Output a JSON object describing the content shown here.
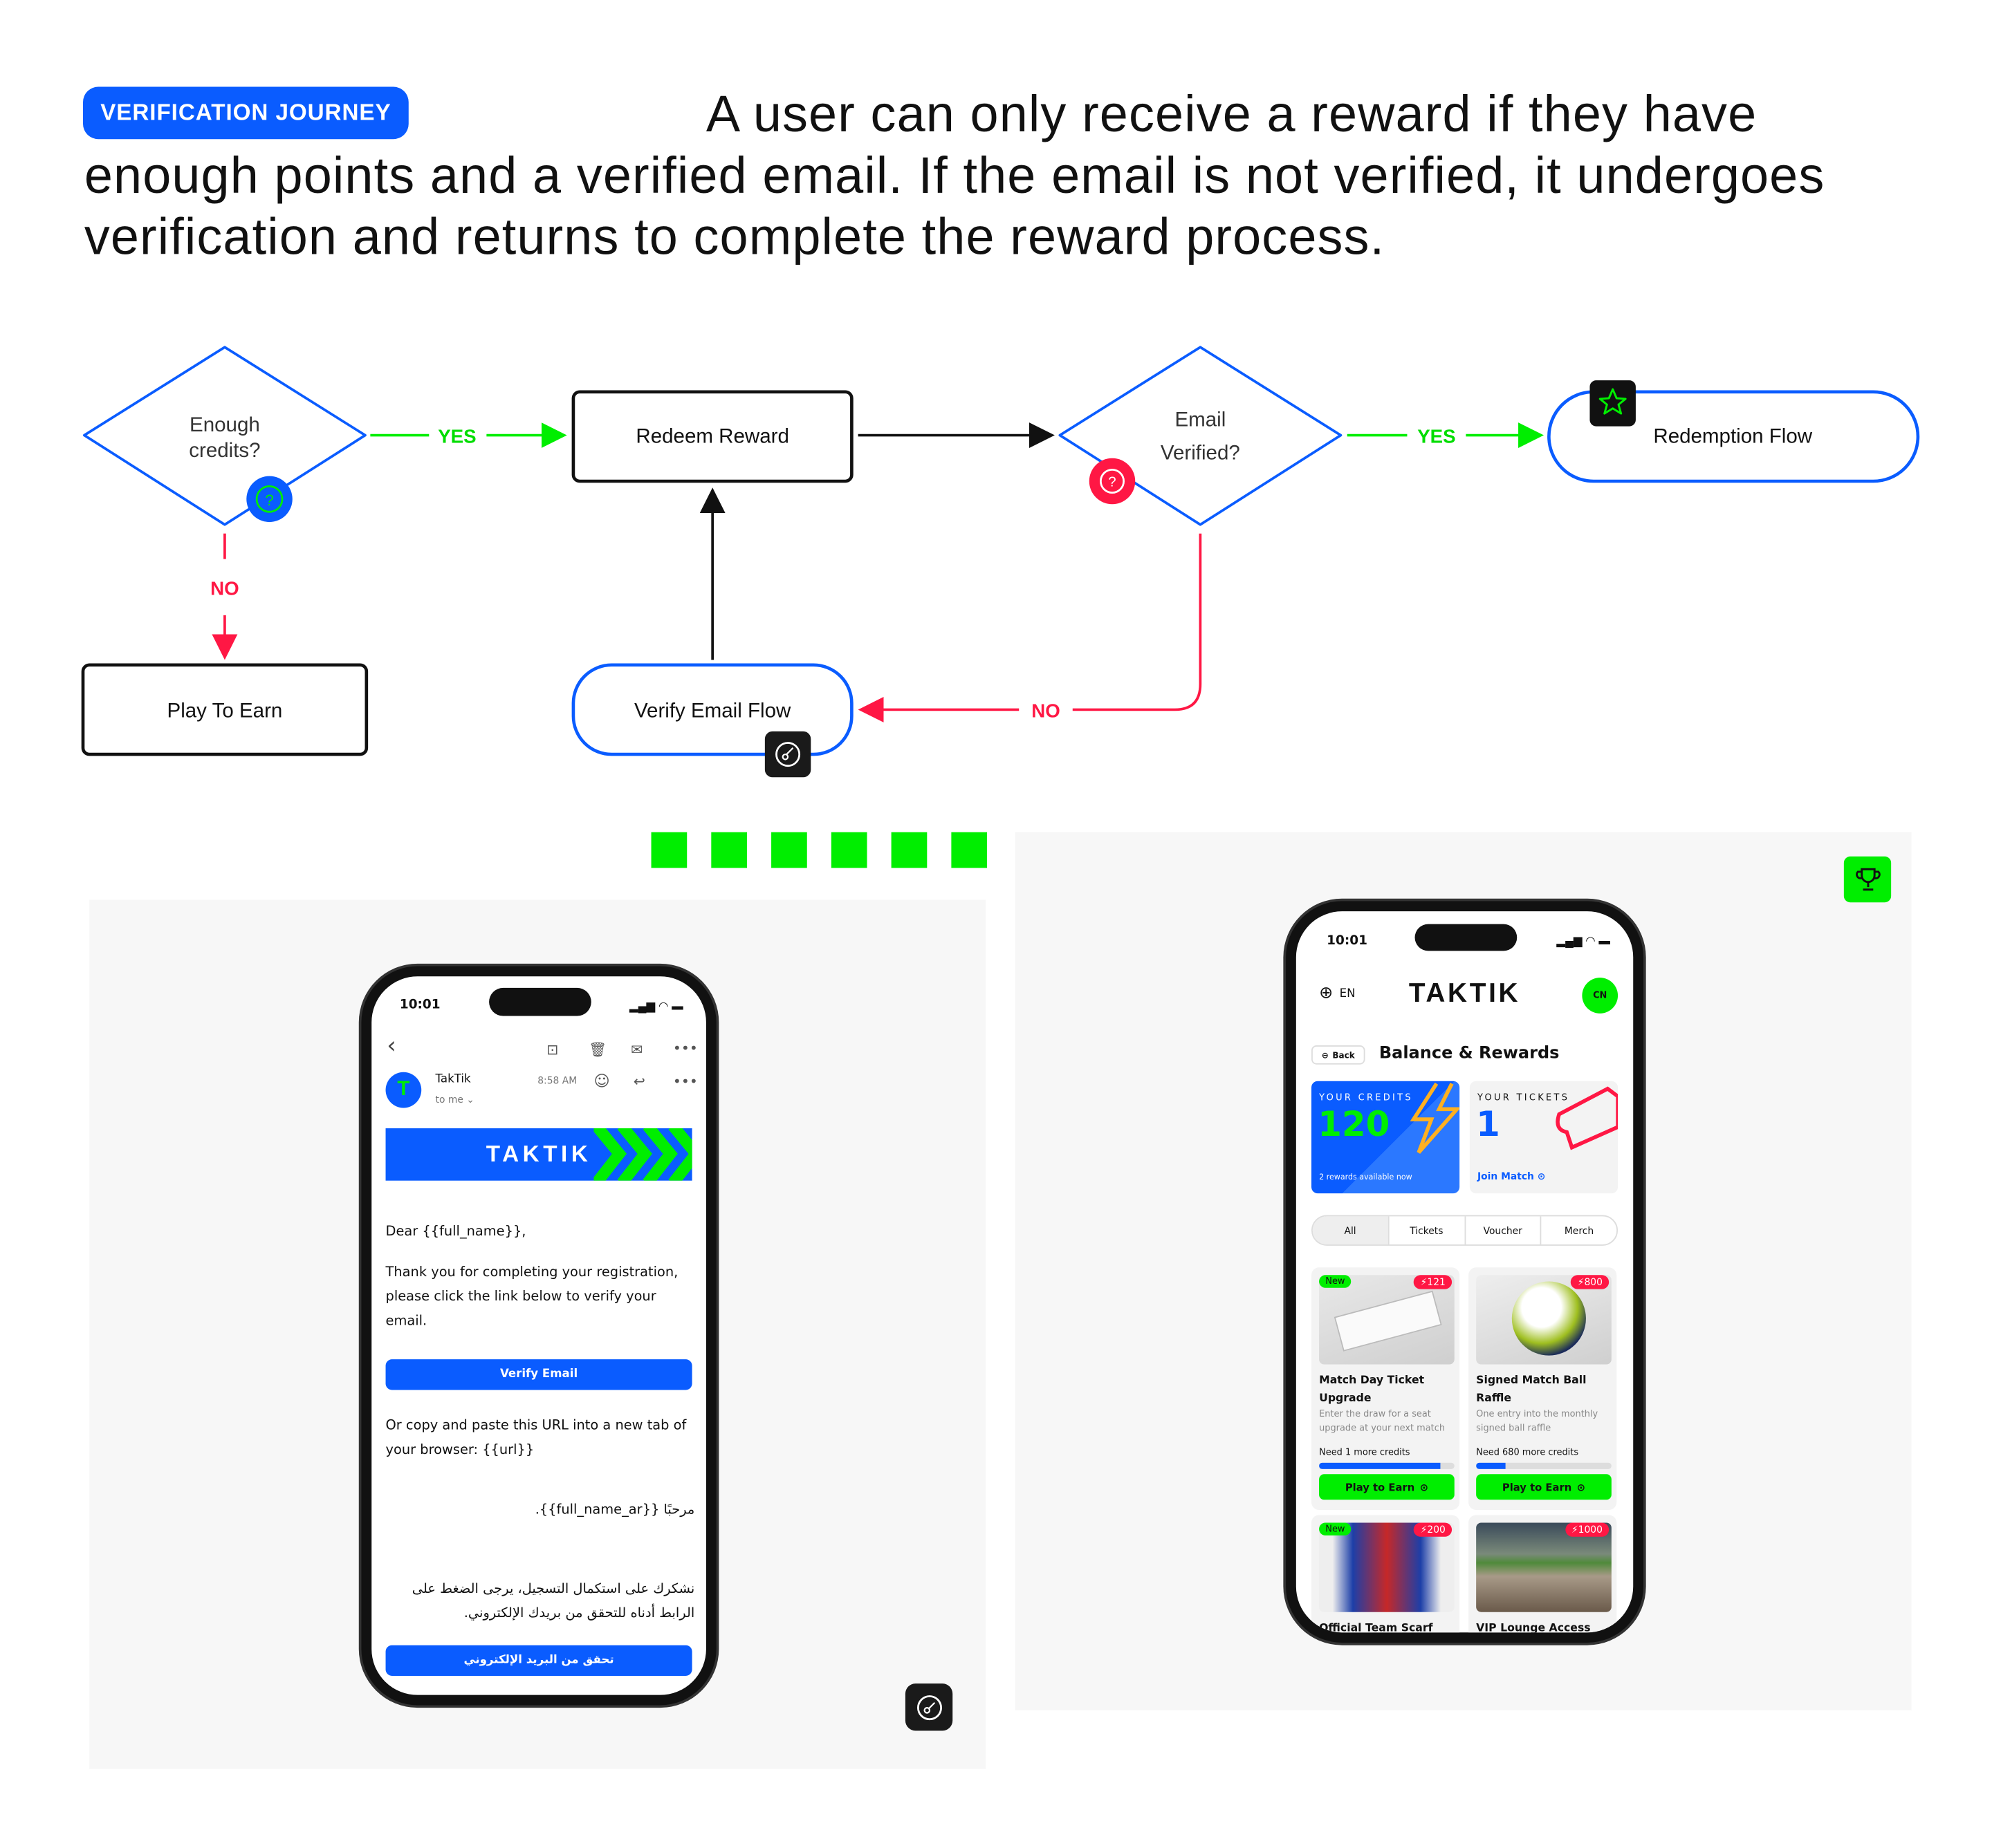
{
  "header": {
    "badge": "VERIFICATION JOURNEY",
    "headline": "A user can only receive a reward if they have enough points and a verified email. If the email is not verified, it undergoes verification and returns to complete the reward process."
  },
  "flow": {
    "decision_credits": [
      "Enough",
      "credits?"
    ],
    "decision_email": [
      "Email",
      "Verified?"
    ],
    "redeem": "Redeem Reward",
    "redemption": "Redemption Flow",
    "play": "Play To Earn",
    "verify": "Verify Email Flow",
    "yes": "YES",
    "no": "NO",
    "colors": {
      "blue": "#0a5cff",
      "green": "#00ee00",
      "red": "#ff1744",
      "black": "#111111"
    }
  },
  "email": {
    "time": "10:01",
    "sender": "TakTik",
    "to": "to me ⌄",
    "sent": "8:58 AM",
    "brand": "TAKTIK",
    "greeting": "Dear {{full_name}},",
    "body": "Thank you for completing your registration, please click the link below to verify your email.",
    "button": "Verify Email",
    "url_text": "Or copy and paste this URL into a new tab of your browser: {{url}}",
    "greeting_ar": "مرحبًا {{full_name_ar}}.",
    "body_ar": "نشكرك على استكمال التسجيل، يرجى الضغط على الرابط أدناه للتحقق من بريدك الإلكتروني.",
    "button_ar": "تحقق من البريد الإلكتروني"
  },
  "app": {
    "time": "10:01",
    "lang": "EN",
    "brand": "TAKTIK",
    "avatar": "CN",
    "back": "Back",
    "title": "Balance & Rewards",
    "credits_label": "YOUR CREDITS",
    "credits": "120",
    "credits_note": "2 rewards available now",
    "tickets_label": "YOUR TICKETS",
    "tickets": "1",
    "join": "Join Match",
    "tabs": [
      "All",
      "Tickets",
      "Voucher",
      "Merch"
    ],
    "new_label": "New",
    "rewards": [
      {
        "title": "Match Day Ticket Upgrade",
        "desc": "Enter the draw for a seat upgrade at your next match",
        "need": "Need 1 more credits",
        "cost": "121",
        "progress": 0.9,
        "cta": "Play to Earn",
        "new": true
      },
      {
        "title": "Signed Match Ball Raffle",
        "desc": "One entry into the monthly signed ball raffle",
        "need": "Need 680 more credits",
        "cost": "800",
        "progress": 0.22,
        "cta": "Play to Earn",
        "new": false
      },
      {
        "title": "Official Team Scarf",
        "cost": "200",
        "new": true
      },
      {
        "title": "VIP Lounge Access",
        "cost": "1000",
        "new": false
      }
    ]
  }
}
